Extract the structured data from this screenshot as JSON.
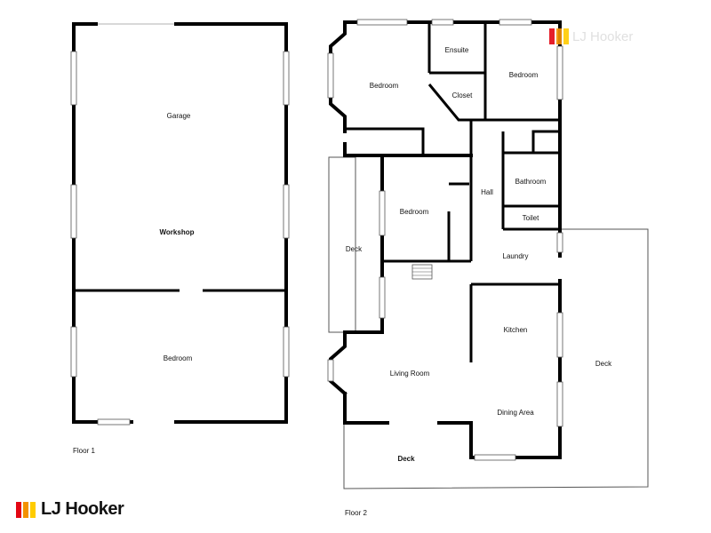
{
  "floors": [
    {
      "label": "Floor 1",
      "rooms": {
        "garage": "Garage",
        "workshop": "Workshop",
        "bedroom": "Bedroom"
      }
    },
    {
      "label": "Floor 2",
      "rooms": {
        "bedroom_nw": "Bedroom",
        "ensuite": "Ensuite",
        "closet": "Closet",
        "bedroom_ne": "Bedroom",
        "hall": "Hall",
        "bathroom": "Bathroom",
        "bedroom_mid": "Bedroom",
        "toilet": "Toilet",
        "deck_west": "Deck",
        "laundry": "Laundry",
        "kitchen": "Kitchen",
        "living_room": "Living Room",
        "deck_east": "Deck",
        "dining_area": "Dining Area",
        "deck_south": "Deck"
      }
    }
  ],
  "brand": {
    "name": "LJ Hooker",
    "colors": [
      "#e30613",
      "#f39200",
      "#ffcc00"
    ]
  },
  "watermark": {
    "text": "LJ Hooker"
  }
}
